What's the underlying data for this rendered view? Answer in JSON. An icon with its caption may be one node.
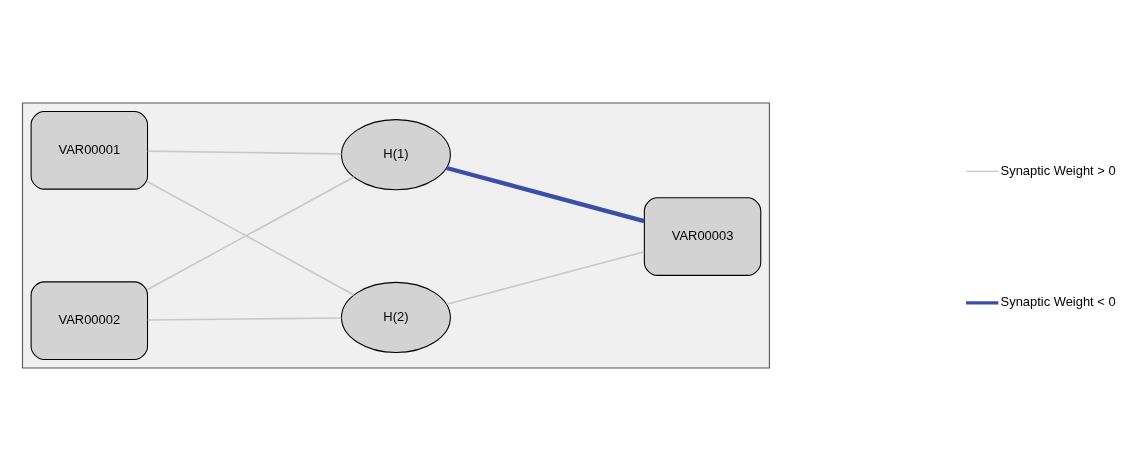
{
  "diagram": {
    "nodes": [
      {
        "text": [],
        "shape": "box"
      },
      {
        "text": [
          "VAR00001"
        ],
        "in": 0
      },
      {
        "text": [
          "VAR00002"
        ],
        "in": 0
      },
      {
        "text": [
          "H(1)"
        ],
        "in": 0
      },
      {
        "text": [
          "H(2)"
        ],
        "in": 0
      },
      {
        "text": [
          "VAR00003"
        ],
        "in": 0
      }
    ],
    "edges": [
      {
        "from": 1,
        "to": 3,
        "arrow": "none"
      },
      {
        "from": 1,
        "to": 4,
        "arrow": "none"
      },
      {
        "from": 2,
        "to": 3,
        "arrow": "none"
      },
      {
        "from": 2,
        "to": 4,
        "arrow": "none"
      },
      {
        "from": 3,
        "to": 5,
        "arrow": "none",
        "style": "thick",
        "color": "#3a4ea8"
      },
      {
        "from": 4,
        "to": 5,
        "arrow": "none"
      }
    ],
    "legend": [
      {
        "text": "Synaptic Weight > 0"
      },
      {
        "text": "Synaptic Weight < 0"
      }
    ]
  }
}
